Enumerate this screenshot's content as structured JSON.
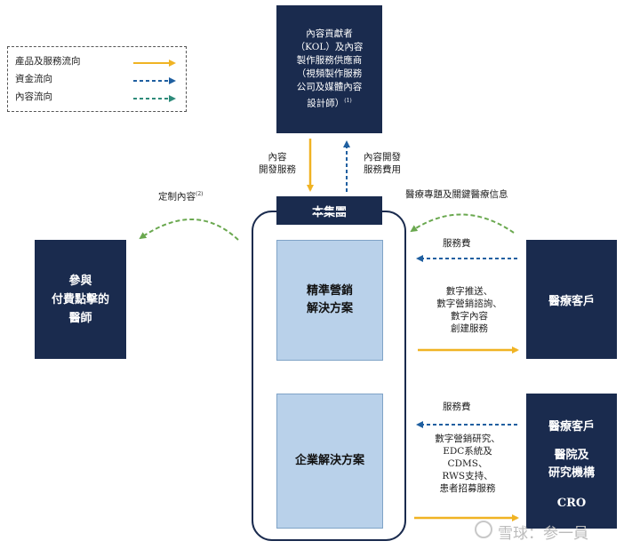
{
  "legend": {
    "items": [
      {
        "label": "產品及服務流向",
        "color": "#f0b323",
        "style": "solid"
      },
      {
        "label": "資金流向",
        "color": "#1f5fa0",
        "style": "dashed"
      },
      {
        "label": "內容流向",
        "color": "#2e8b7a",
        "style": "dashed"
      }
    ]
  },
  "nodes": {
    "contributors": {
      "lines": [
        "內容貢獻者",
        "（KOL）及內容",
        "製作服務供應商",
        "（視頻製作服務",
        "公司及媒體內容",
        "設計師）"
      ],
      "footnote": "(1)"
    },
    "group": "本集團",
    "precision_marketing": [
      "精準營銷",
      "解決方案"
    ],
    "enterprise_solutions": "企業解決方案",
    "doctors": [
      "參與",
      "付費點擊的",
      "醫師"
    ],
    "medical_clients": "醫療客戶",
    "medical_clients_2": "醫療客戶",
    "hospitals": [
      "醫院及",
      "研究機構"
    ],
    "cro": "CRO"
  },
  "flows": {
    "content_dev_services": [
      "內容",
      "開發服務"
    ],
    "content_dev_fees": [
      "內容開發",
      "服務費用"
    ],
    "custom_content": "定制內容",
    "custom_content_note": "(2)",
    "medical_topics": "醫療專題及關鍵醫療信息",
    "service_fee_1": "服務費",
    "digital_services": [
      "數字推送、",
      "數字營銷諮詢、",
      "數字內容",
      "創建服務"
    ],
    "service_fee_2": "服務費",
    "enterprise_services": [
      "數字營銷研究、",
      "EDC系統及",
      "CDMS、",
      "RWS支持、",
      "患者招募服務"
    ]
  },
  "watermark": "雪球：参一員"
}
